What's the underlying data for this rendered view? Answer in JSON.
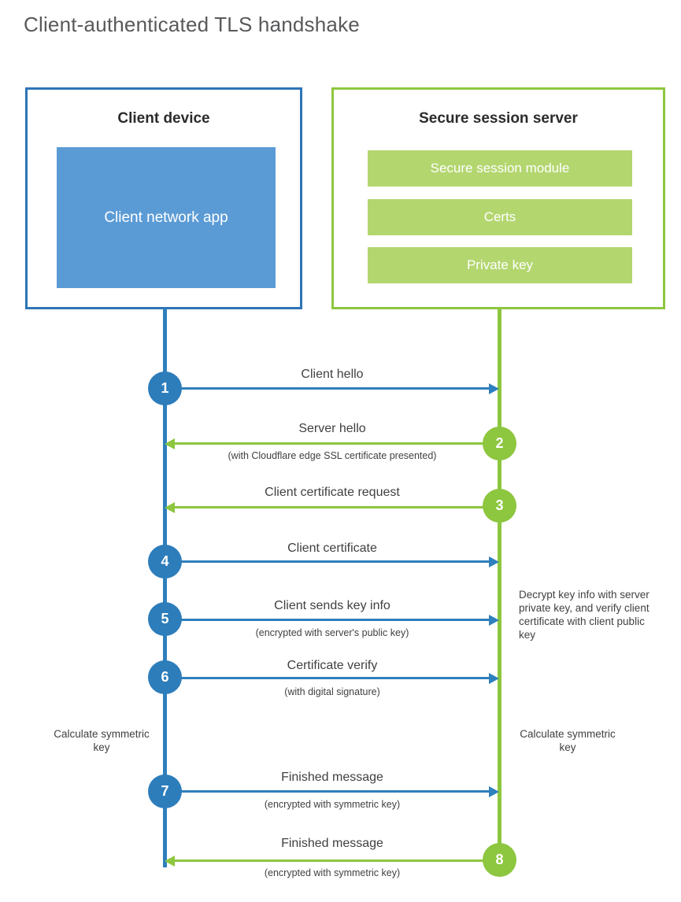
{
  "page": {
    "title": "Client-authenticated TLS handshake",
    "background": "#ffffff"
  },
  "colors": {
    "client_blue": "#2e7fbd",
    "client_border_blue": "#2e75b6",
    "client_app_fill": "#5b9bd5",
    "server_green": "#8dc63f",
    "server_module_fill": "#b3d66f",
    "text_dark": "#414042",
    "title_gray": "#58595b"
  },
  "client_box": {
    "title": "Client device",
    "app_label": "Client network app"
  },
  "server_box": {
    "title": "Secure session server",
    "modules": [
      {
        "label": "Secure session module"
      },
      {
        "label": "Certs"
      },
      {
        "label": "Private key"
      }
    ]
  },
  "steps": [
    {
      "number": "1",
      "direction": "client-to-server",
      "side": "client",
      "label": "Client hello",
      "sublabel": ""
    },
    {
      "number": "2",
      "direction": "server-to-client",
      "side": "server",
      "label": "Server hello",
      "sublabel": "(with Cloudflare edge SSL certificate presented)"
    },
    {
      "number": "3",
      "direction": "server-to-client",
      "side": "server",
      "label": "Client certificate request",
      "sublabel": ""
    },
    {
      "number": "4",
      "direction": "client-to-server",
      "side": "client",
      "label": "Client certificate",
      "sublabel": ""
    },
    {
      "number": "5",
      "direction": "client-to-server",
      "side": "client",
      "label": "Client sends key info",
      "sublabel": "(encrypted with server's public key)"
    },
    {
      "number": "6",
      "direction": "client-to-server",
      "side": "client",
      "label": "Certificate verify",
      "sublabel": "(with digital signature)"
    },
    {
      "number": "7",
      "direction": "client-to-server",
      "side": "client",
      "label": "Finished message",
      "sublabel": "(encrypted with symmetric key)"
    },
    {
      "number": "8",
      "direction": "server-to-client",
      "side": "server",
      "label": "Finished message",
      "sublabel": "(encrypted with symmetric key)"
    }
  ],
  "notes": {
    "server_decrypt": "Decrypt key info with server private key, and verify client certificate with client public key",
    "client_calculate": "Calculate symmetric key",
    "server_calculate": "Calculate symmetric key"
  }
}
